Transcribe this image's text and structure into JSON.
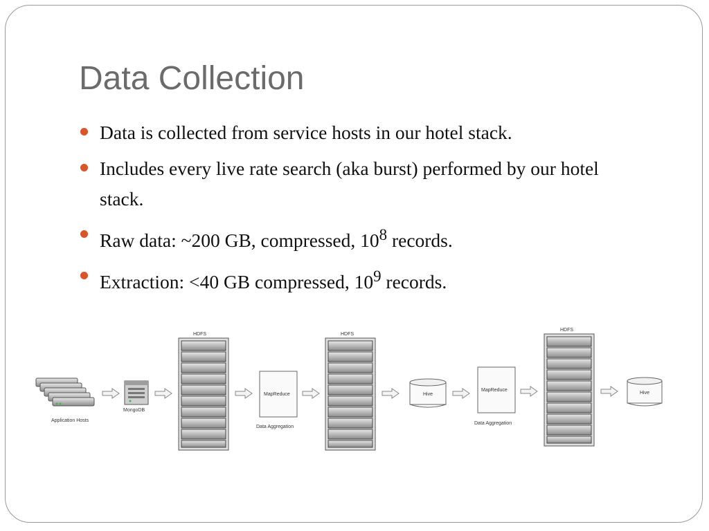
{
  "slide": {
    "title": "Data Collection",
    "bullets": [
      {
        "pre": "Data is collected from service hosts in our hotel stack.",
        "sup": "",
        "post": ""
      },
      {
        "pre": "Includes every live rate search (aka burst) performed by our hotel stack.",
        "sup": "",
        "post": ""
      },
      {
        "pre": "Raw data: ~200 GB, compressed, 10",
        "sup": "8",
        "post": " records."
      },
      {
        "pre": "Extraction: <40 GB compressed, 10",
        "sup": "9",
        "post": " records."
      }
    ]
  },
  "diagram": {
    "app_hosts_label": "Application Hosts",
    "mongodb_label": "MongoDB",
    "hdfs_labels": [
      "HDFS",
      "HDFS",
      "HDFS"
    ],
    "mapreduce_labels": [
      "MapReduce",
      "MapReduce"
    ],
    "aggregation_labels": [
      "Data Aggregation",
      "Data Aggregation"
    ],
    "hive_labels": [
      "Hive",
      "Hive"
    ]
  },
  "colors": {
    "bullet": "#d9552a",
    "title": "#6b6b6b",
    "frame": "#9a9a9a"
  }
}
